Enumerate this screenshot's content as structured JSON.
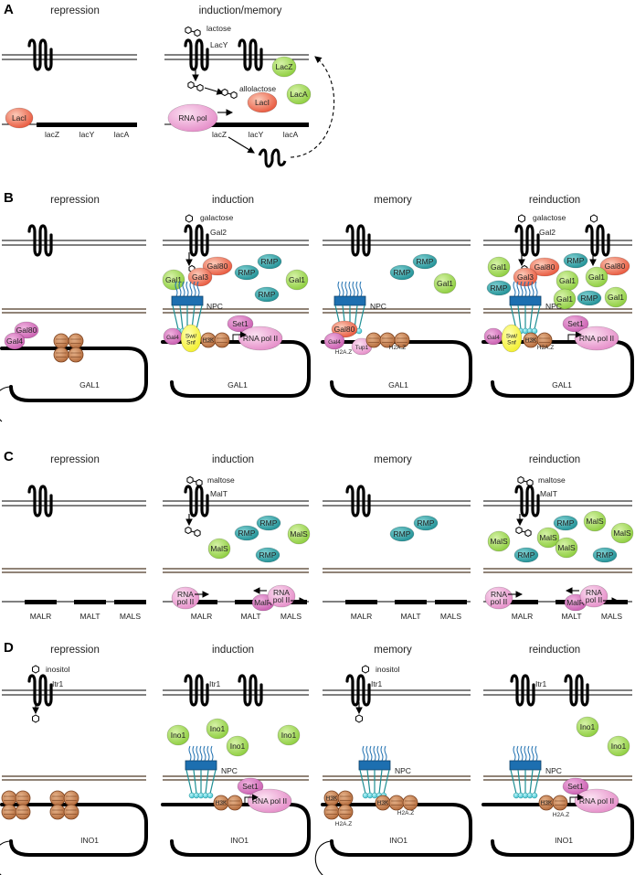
{
  "colors": {
    "green": "#8ccd3c",
    "teal": "#1f8f94",
    "red": "#e8553a",
    "pink": "#e58cc8",
    "magenta": "#c95db0",
    "brown": "#b46a3a",
    "blue": "#1d6fb0",
    "yellow": "#f2ee2a"
  },
  "panels": {
    "A": {
      "label": "A",
      "titles": [
        "repression",
        "induction/memory"
      ],
      "lactose": "lactose",
      "LacY_label": "LacY",
      "allolactose": "allolactose",
      "LacI": "LacI",
      "LacZ": "LacZ",
      "LacA": "LacA",
      "RNA_pol": "RNA pol",
      "genes": [
        "lacZ",
        "lacY",
        "lacA"
      ]
    },
    "B": {
      "label": "B",
      "titles": [
        "repression",
        "induction",
        "memory",
        "reinduction"
      ],
      "galactose": "galactose",
      "Gal2": "Gal2",
      "Gal80": "Gal80",
      "Gal3": "Gal3",
      "Gal1": "Gal1",
      "RMP": "RMP",
      "NPC": "NPC",
      "Gal4": "Gal4",
      "SwiSnf": "Swi/\nSnf",
      "Set1": "Set1",
      "RNA_pol_II": "RNA pol II",
      "H3K4": "H3K",
      "Tup1": "Tup1",
      "H2AZ": "H2A.Z",
      "gene": "GAL1"
    },
    "C": {
      "label": "C",
      "titles": [
        "repression",
        "induction",
        "memory",
        "reinduction"
      ],
      "maltose": "maltose",
      "MalT": "MalT",
      "MalS": "MalS",
      "RMP": "RMP",
      "RNA_pol_II": "RNA\npol II",
      "MalR": "MalR",
      "genes": [
        "MALR",
        "MALT",
        "MALS"
      ]
    },
    "D": {
      "label": "D",
      "titles": [
        "repression",
        "induction",
        "memory",
        "reinduction"
      ],
      "inositol": "inositol",
      "Itr1": "Itr1",
      "Ino1": "Ino1",
      "NPC": "NPC",
      "Set1": "Set1",
      "RNA_pol_II": "RNA pol II",
      "H3K4": "H3K",
      "H2AZ": "H2A.Z",
      "gene": "INO1"
    }
  }
}
